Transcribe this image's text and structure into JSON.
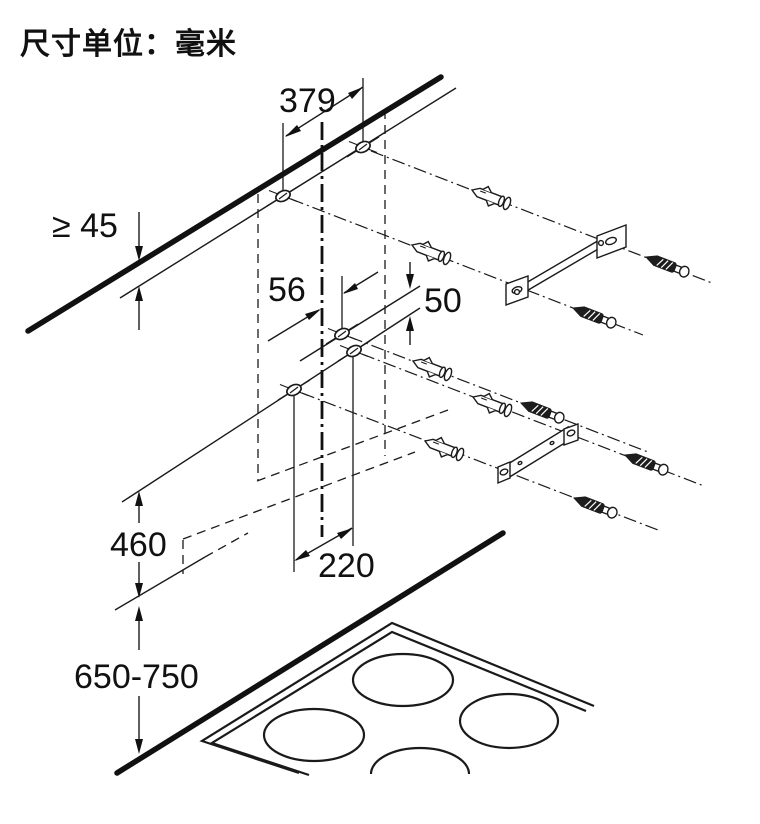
{
  "title": "尺寸单位：毫米",
  "dimensions": {
    "top_hole_spacing": "379",
    "min_top_clearance": "≥ 45",
    "center_to_hole": "56",
    "hole_row_gap": "50",
    "lower_section_height": "460",
    "lower_hole_spacing": "220",
    "height_above_hob": "650-750"
  },
  "colors": {
    "line": "#1a1a1a",
    "background": "#ffffff"
  }
}
